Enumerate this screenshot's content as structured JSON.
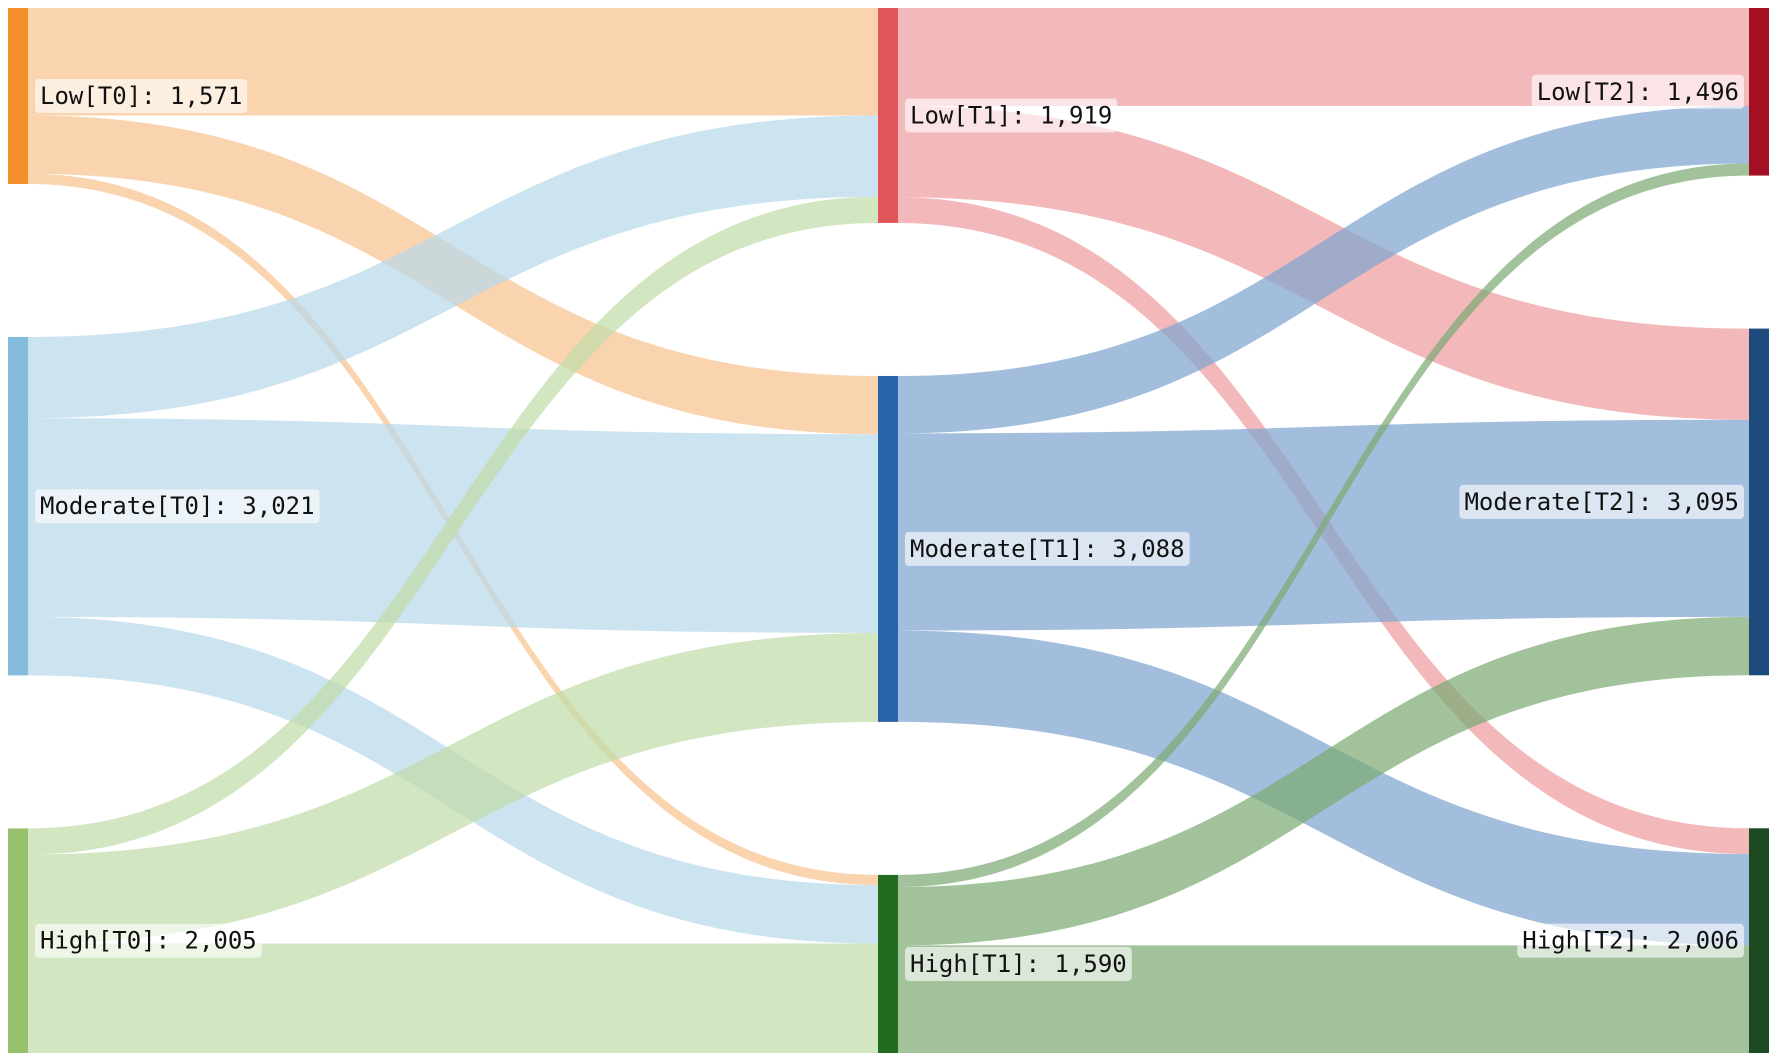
{
  "chart_data": {
    "type": "sankey",
    "title": "",
    "stages": [
      "T0",
      "T1",
      "T2"
    ],
    "nodes": [
      {
        "id": "Low[T0]",
        "stage": 0,
        "level": "Low",
        "value": 1571,
        "label": "Low[T0]: 1,571",
        "color": "#F28E2B"
      },
      {
        "id": "Moderate[T0]",
        "stage": 0,
        "level": "Moderate",
        "value": 3021,
        "label": "Moderate[T0]: 3,021",
        "color": "#86BCDB"
      },
      {
        "id": "High[T0]",
        "stage": 0,
        "level": "High",
        "value": 2005,
        "label": "High[T0]: 2,005",
        "color": "#95C16D"
      },
      {
        "id": "Low[T1]",
        "stage": 1,
        "level": "Low",
        "value": 1919,
        "label": "Low[T1]: 1,919",
        "color": "#E15759"
      },
      {
        "id": "Moderate[T1]",
        "stage": 1,
        "level": "Moderate",
        "value": 3088,
        "label": "Moderate[T1]: 3,088",
        "color": "#2A64A8"
      },
      {
        "id": "High[T1]",
        "stage": 1,
        "level": "High",
        "value": 1590,
        "label": "High[T1]: 1,590",
        "color": "#236B1E"
      },
      {
        "id": "Low[T2]",
        "stage": 2,
        "level": "Low",
        "value": 1496,
        "label": "Low[T2]: 1,496",
        "color": "#A50F24"
      },
      {
        "id": "Moderate[T2]",
        "stage": 2,
        "level": "Moderate",
        "value": 3095,
        "label": "Moderate[T2]: 3,095",
        "color": "#1E4A7C"
      },
      {
        "id": "High[T2]",
        "stage": 2,
        "level": "High",
        "value": 2006,
        "label": "High[T2]: 2,006",
        "color": "#1E4A23"
      }
    ],
    "links": [
      {
        "source": "Low[T0]",
        "target": "Low[T1]",
        "value": 960
      },
      {
        "source": "Low[T0]",
        "target": "Moderate[T1]",
        "value": 520
      },
      {
        "source": "Low[T0]",
        "target": "High[T1]",
        "value": 91
      },
      {
        "source": "Moderate[T0]",
        "target": "Low[T1]",
        "value": 725
      },
      {
        "source": "Moderate[T0]",
        "target": "Moderate[T1]",
        "value": 1774
      },
      {
        "source": "Moderate[T0]",
        "target": "High[T1]",
        "value": 522
      },
      {
        "source": "High[T0]",
        "target": "Low[T1]",
        "value": 234
      },
      {
        "source": "High[T0]",
        "target": "Moderate[T1]",
        "value": 794
      },
      {
        "source": "High[T0]",
        "target": "High[T1]",
        "value": 977
      },
      {
        "source": "Low[T1]",
        "target": "Low[T2]",
        "value": 875
      },
      {
        "source": "Low[T1]",
        "target": "Moderate[T2]",
        "value": 814
      },
      {
        "source": "Low[T1]",
        "target": "High[T2]",
        "value": 230
      },
      {
        "source": "Moderate[T1]",
        "target": "Low[T2]",
        "value": 513
      },
      {
        "source": "Moderate[T1]",
        "target": "Moderate[T2]",
        "value": 1760
      },
      {
        "source": "Moderate[T1]",
        "target": "High[T2]",
        "value": 815
      },
      {
        "source": "High[T1]",
        "target": "Low[T2]",
        "value": 108
      },
      {
        "source": "High[T1]",
        "target": "Moderate[T2]",
        "value": 521
      },
      {
        "source": "High[T1]",
        "target": "High[T2]",
        "value": 961
      }
    ],
    "link_colors": {
      "Low[T0]": "#F6C48F",
      "Moderate[T0]": "#B9D8EA",
      "High[T0]": "#C1DCA9",
      "Low[T1]": "#EE9DA0",
      "Moderate[T1]": "#7FA5CF",
      "High[T1]": "#7DAA74"
    }
  }
}
